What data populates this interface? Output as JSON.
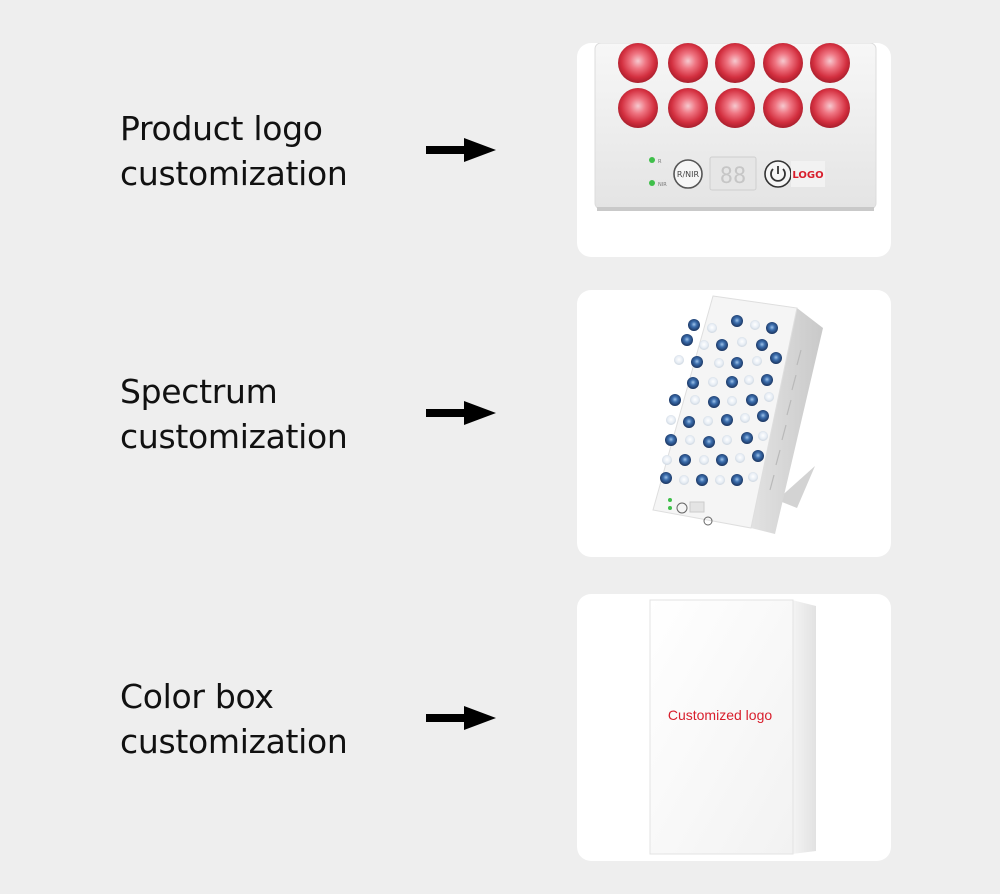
{
  "rows": [
    {
      "line1": "Product logo",
      "line2": "customization"
    },
    {
      "line1": "Spectrum",
      "line2": "customization"
    },
    {
      "line1": "Color box",
      "line2": "customization"
    }
  ],
  "panel": {
    "indicator_r": "R",
    "indicator_nir": "NIR",
    "mode_button": "R/NIR",
    "display": "88",
    "logo": "LOGO"
  },
  "box": {
    "logo_text": "Customized logo"
  },
  "colors": {
    "background": "#eeeeee",
    "card": "#ffffff",
    "led_red": "#d32f3f",
    "led_blue": "#2c4e86",
    "logo_red": "#d81e2c",
    "indicator_green": "#3fbf4a"
  },
  "icons": [
    "right-arrow-icon",
    "power-icon"
  ]
}
